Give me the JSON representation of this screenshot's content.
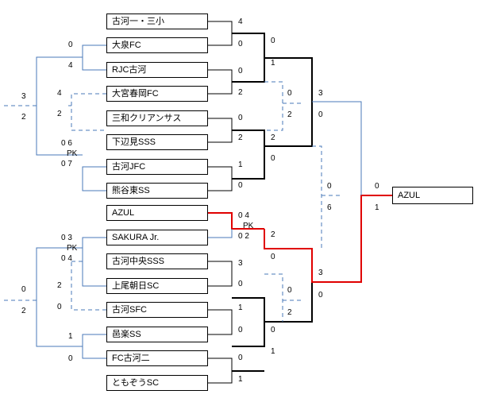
{
  "teams": [
    "古河一・三小",
    "大泉FC",
    "RJC古河",
    "大宮春岡FC",
    "三和クリアンサス",
    "下辺見SSS",
    "古河JFC",
    "熊谷東SS",
    "AZUL",
    "SAKURA Jr.",
    "古河中央SSS",
    "上尾朝日SC",
    "古河SFC",
    "邑楽SS",
    "FC古河二",
    "ともぞうSC"
  ],
  "champion": "AZUL",
  "main_bracket": {
    "round1": [
      "4",
      "0",
      "0",
      "2",
      "0",
      "2",
      "1",
      "0",
      "0 4",
      "0 2",
      "3",
      "0",
      "1",
      "0",
      "0",
      "1"
    ],
    "round1_pk_label": "PK",
    "round2": [
      "0",
      "1",
      "2",
      "0",
      "2",
      "0",
      "0",
      "1"
    ],
    "round3": [
      "3",
      "0",
      "3",
      "0"
    ],
    "final": [
      "0",
      "1"
    ]
  },
  "sub_bracket": {
    "top": {
      "r1": [
        "0",
        "4",
        "4",
        "2",
        "0 6",
        "0 7"
      ],
      "pk_label": "PK",
      "r2": [
        "3",
        "2"
      ]
    },
    "bottom": {
      "r1": [
        "0 3",
        "0 4",
        "2",
        "0",
        "1",
        "0"
      ],
      "pk_label": "PK",
      "r2": [
        "0",
        "2"
      ]
    }
  },
  "consolation": {
    "r2": [
      "0",
      "2",
      "0",
      "2"
    ],
    "semi": [
      "0",
      "6"
    ]
  },
  "colors": {
    "winner_path": "#e00000",
    "sub_bracket": "#4a78b8",
    "main": "#000000"
  }
}
